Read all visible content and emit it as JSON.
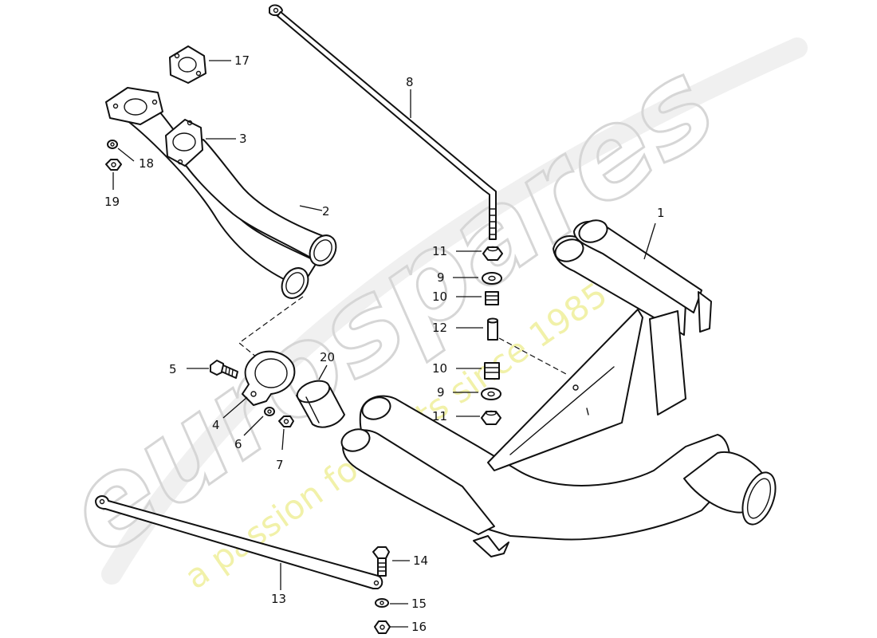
{
  "watermark": {
    "brand": "eurospares",
    "tagline": "a passion for parts since 1985",
    "brand_color": "#d6d6d6",
    "tagline_color": "#ecec8c"
  },
  "callouts": {
    "c1": "1",
    "c2": "2",
    "c3": "3",
    "c4": "4",
    "c5": "5",
    "c6": "6",
    "c7": "7",
    "c8": "8",
    "c9a": "9",
    "c9b": "9",
    "c10a": "10",
    "c10b": "10",
    "c11a": "11",
    "c11b": "11",
    "c12": "12",
    "c13": "13",
    "c14": "14",
    "c15": "15",
    "c16": "16",
    "c17": "17",
    "c18": "18",
    "c19": "19",
    "c20": "20"
  }
}
